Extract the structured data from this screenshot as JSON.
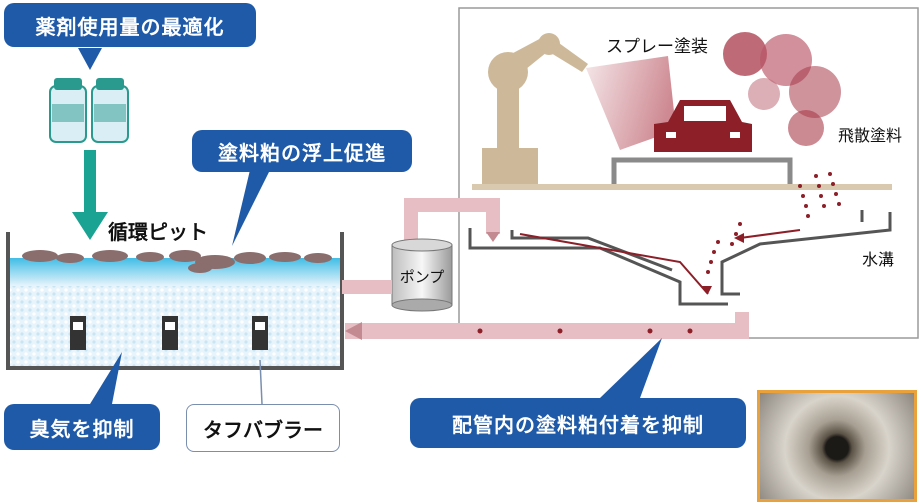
{
  "callouts": {
    "optimize": "薬剤使用量の最適化",
    "float": "塗料粕の浮上促進",
    "odor": "臭気を抑制",
    "pipe": "配管内の塗料粕付着を抑制"
  },
  "labels": {
    "pit": "循環ピット",
    "spray": "スプレー塗装",
    "mist": "飛散塗料",
    "ditch": "水溝",
    "pump": "ポンプ",
    "bubbler": "タフバブラー"
  },
  "colors": {
    "callout": "#1f5aa8",
    "paint": "#8c1f28",
    "water": "#5fc8e8",
    "arm": "#cdb99a"
  }
}
